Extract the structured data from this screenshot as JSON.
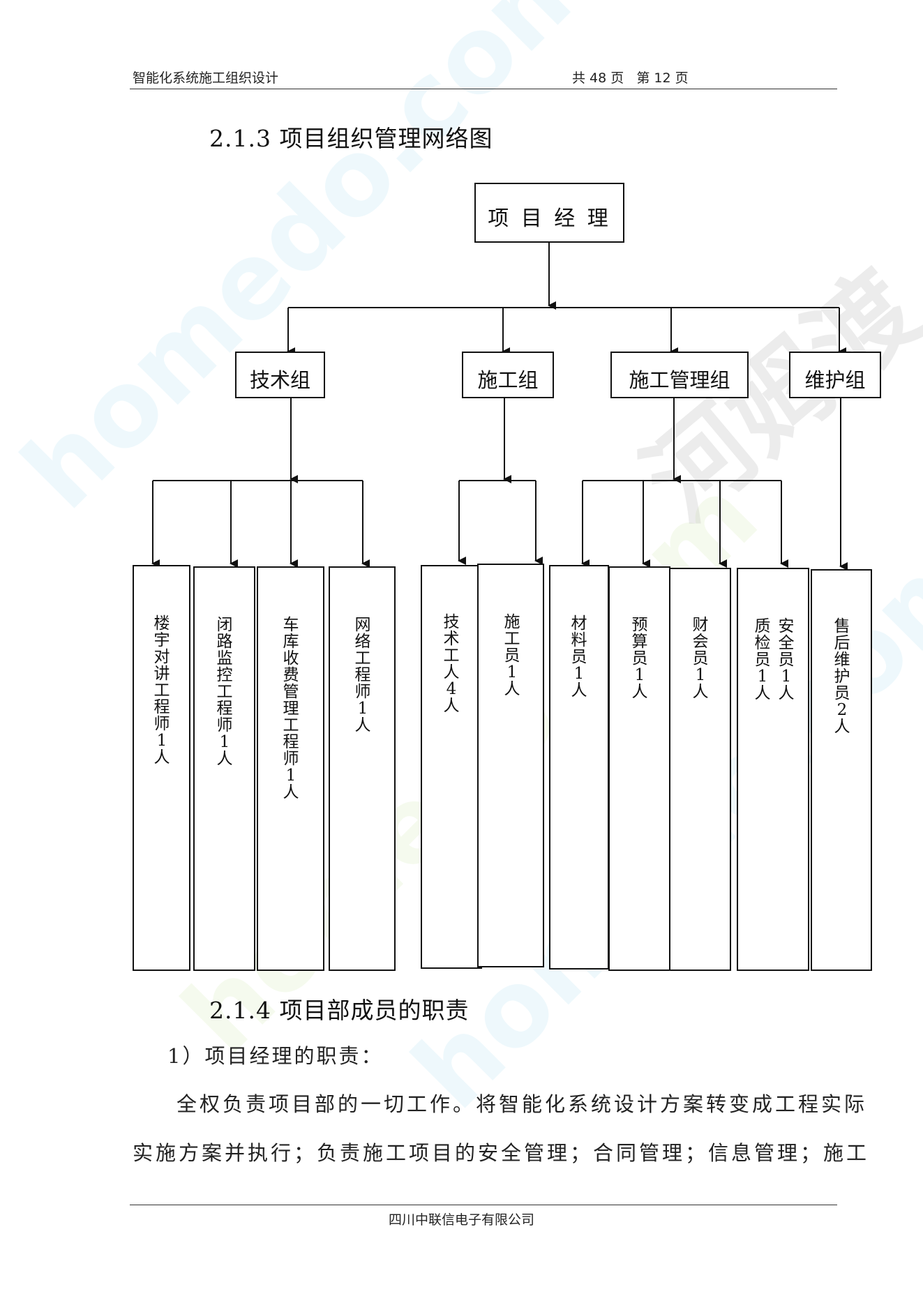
{
  "header": {
    "doc_title": "智能化系统施工组织设计",
    "page_info": "共 48 页   第 12 页"
  },
  "section_213": {
    "title": "2.1.3 项目组织管理网络图"
  },
  "org_chart": {
    "root": "项 目 经 理",
    "groups": [
      "技术组",
      "施工组",
      "施工管理组",
      "维护组"
    ],
    "members": [
      "楼宇对讲工程师1人",
      "闭路监控工程师1人",
      "车库收费管理工程师1人",
      "网络工程师1人",
      "技术工人4人",
      "施工员1人",
      "材料员1人",
      "预算员1人",
      "财会员1人",
      "质检员1人",
      "安全员1人",
      "售后维护员2人"
    ]
  },
  "section_214": {
    "title": "2.1.4 项目部成员的职责"
  },
  "duties": {
    "item1_heading": "1）项目经理的职责：",
    "paragraph_line1": "全权负责项目部的一切工作。将智能化系统设计方案转变成工程实际",
    "paragraph_line2": "实施方案并执行；负责施工项目的安全管理；合同管理；信息管理；施工"
  },
  "footer": {
    "company": "四川中联信电子有限公司"
  },
  "watermark": {
    "text_en": "homedo.com",
    "text_cn": "河姆渡"
  },
  "colors": {
    "text": "#111111",
    "watermark_green": "#c8e6a0",
    "watermark_blue": "#a8dcef",
    "watermark_gray": "#bbbbbb"
  }
}
